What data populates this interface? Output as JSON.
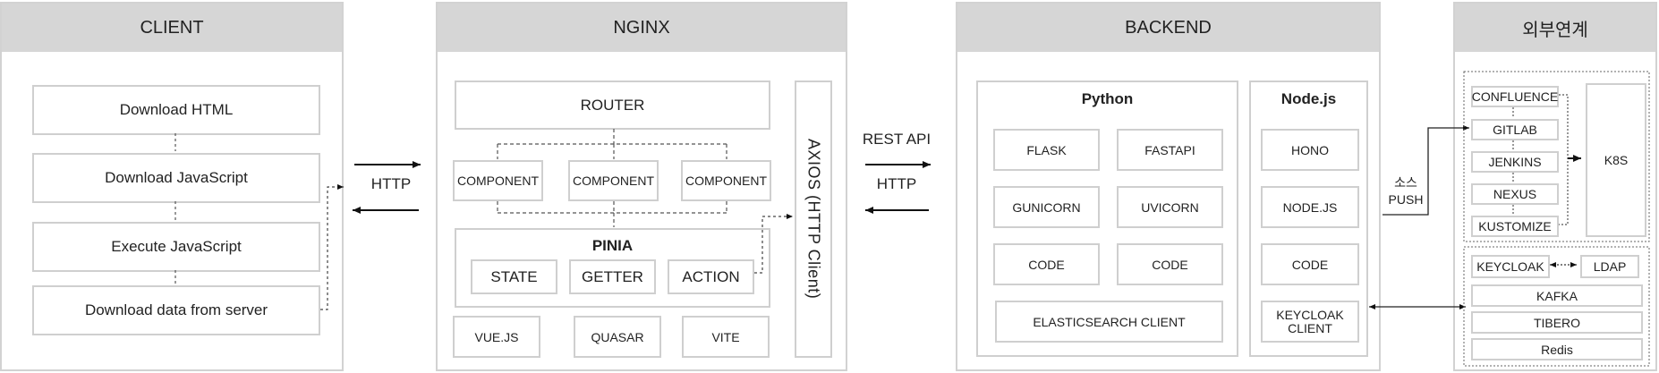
{
  "client": {
    "title": "CLIENT",
    "steps": [
      "Download HTML",
      "Download JavaScript",
      "Execute JavaScript",
      "Download data from server"
    ]
  },
  "client_nginx_link": {
    "label": "HTTP"
  },
  "nginx": {
    "title": "NGINX",
    "router": "ROUTER",
    "components": [
      "COMPONENT",
      "COMPONENT",
      "COMPONENT"
    ],
    "pinia": {
      "title": "PINIA",
      "items": [
        "STATE",
        "GETTER",
        "ACTION"
      ]
    },
    "tools": [
      "VUE.JS",
      "QUASAR",
      "VITE"
    ],
    "axios": "AXIOS (HTTP Client)"
  },
  "nginx_backend_link": {
    "label_top": "REST API",
    "label_bottom": "HTTP"
  },
  "backend": {
    "title": "BACKEND",
    "python": {
      "title": "Python",
      "items": [
        "FLASK",
        "FASTAPI",
        "GUNICORN",
        "UVICORN",
        "CODE",
        "CODE"
      ],
      "wide_item": "ELASTICSEARCH CLIENT"
    },
    "node": {
      "title": "Node.js",
      "items": [
        "HONO",
        "NODE.JS",
        "CODE"
      ],
      "keycloak_client": [
        "KEYCLOAK",
        "CLIENT"
      ]
    }
  },
  "push_label": [
    "소스",
    "PUSH"
  ],
  "external": {
    "title": "외부연계",
    "devops": [
      "CONFLUENCE",
      "GITLAB",
      "JENKINS",
      "NEXUS",
      "KUSTOMIZE"
    ],
    "k8s": "K8S",
    "keycloak": "KEYCLOAK",
    "ldap": "LDAP",
    "services": [
      "KAFKA",
      "TIBERO",
      "Redis"
    ]
  }
}
